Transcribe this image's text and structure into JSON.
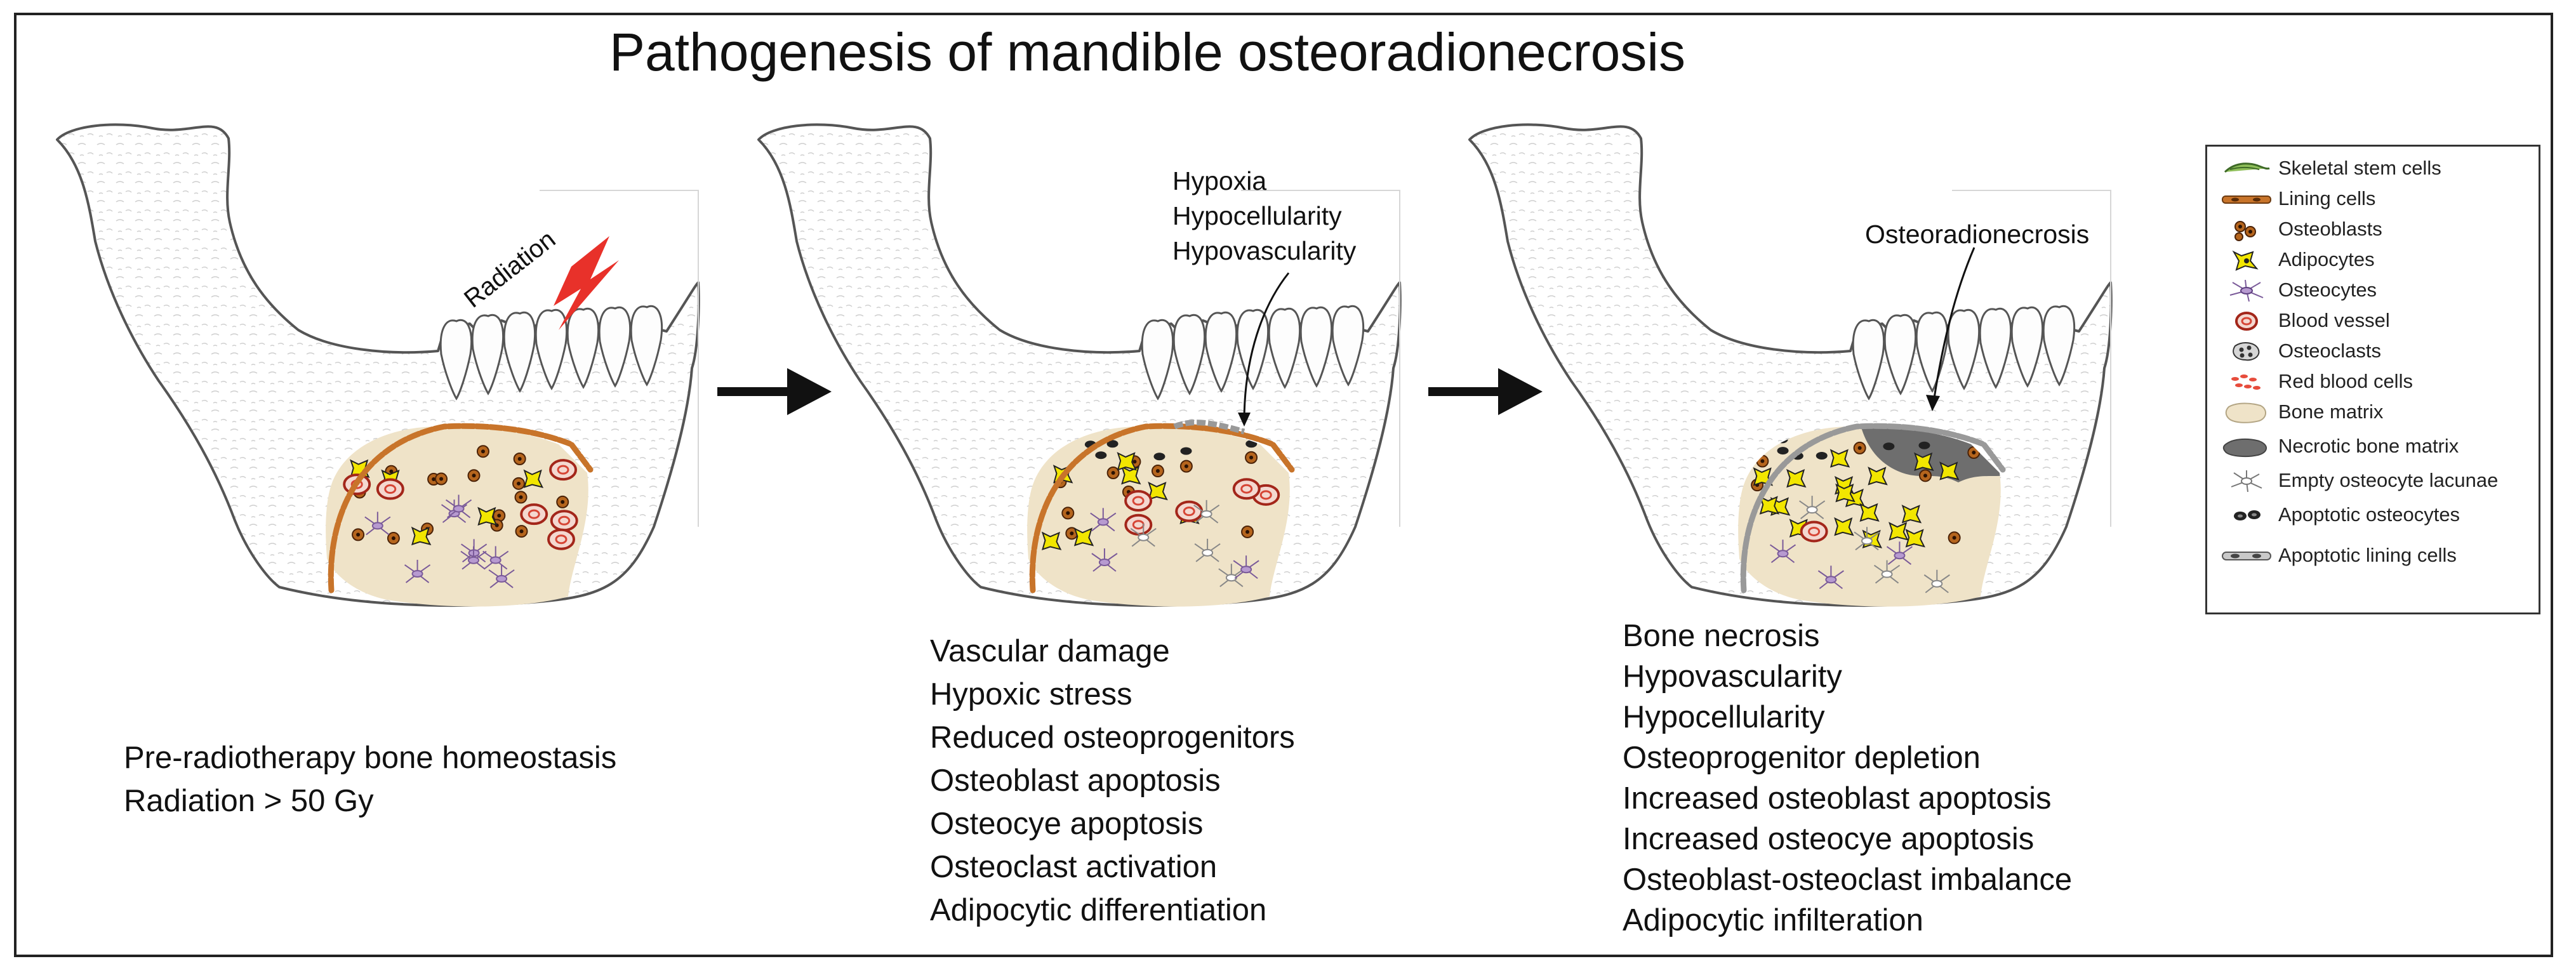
{
  "title": "Pathogenesis of mandible osteoradionecrosis",
  "panel1": {
    "label_radiation": "Radiation",
    "caption": [
      "Pre-radiotherapy bone homeostasis",
      "Radiation > 50 Gy"
    ]
  },
  "panel2": {
    "annotation": [
      "Hypoxia",
      "Hypocellularity",
      "Hypovascularity"
    ],
    "caption": [
      "Vascular damage",
      "Hypoxic stress",
      "Reduced osteoprogenitors",
      "Osteoblast apoptosis",
      "Osteocye apoptosis",
      "Osteoclast activation",
      "Adipocytic differentiation"
    ]
  },
  "panel3": {
    "annotation": "Osteoradionecrosis",
    "caption": [
      "Bone necrosis",
      "Hypovascularity",
      "Hypocellularity",
      "Osteoprogenitor depletion",
      "Increased osteoblast apoptosis",
      "Increased osteocye apoptosis",
      "Osteoblast-osteoclast imbalance",
      "Adipocytic infilteration"
    ]
  },
  "legend": [
    {
      "label": "Skeletal stem cells",
      "icon": "skeletal-stem-cell-icon",
      "color": "#5a8a3a"
    },
    {
      "label": "Lining cells",
      "icon": "lining-cell-icon",
      "color": "#c8742a"
    },
    {
      "label": "Osteoblasts",
      "icon": "osteoblast-icon",
      "color": "#a0521e"
    },
    {
      "label": "Adipocytes",
      "icon": "adipocyte-icon",
      "color": "#f2e600"
    },
    {
      "label": "Osteocytes",
      "icon": "osteocyte-icon",
      "color": "#9b7bb5"
    },
    {
      "label": "Blood vessel",
      "icon": "blood-vessel-icon",
      "color": "#c0392b"
    },
    {
      "label": "Osteoclasts",
      "icon": "osteoclast-icon",
      "color": "#666666"
    },
    {
      "label": "Red blood cells",
      "icon": "red-blood-cell-icon",
      "color": "#e74c3c"
    },
    {
      "label": "Bone matrix",
      "icon": "bone-matrix-icon",
      "color": "#efe3c8"
    },
    {
      "label": "Necrotic bone matrix",
      "icon": "necrotic-bone-matrix-icon",
      "color": "#6e6e6e"
    },
    {
      "label": "Empty osteocyte lacunae",
      "icon": "empty-lacunae-icon",
      "color": "#888888"
    },
    {
      "label": "Apoptotic osteocytes",
      "icon": "apoptotic-osteocyte-icon",
      "color": "#222222"
    },
    {
      "label": "Apoptotic lining cells",
      "icon": "apoptotic-lining-cell-icon",
      "color": "#9a9a9a"
    }
  ],
  "colors": {
    "bone_outline": "#555555",
    "bone_fill": "#fbfbfb",
    "matrix": "#efe3c8",
    "necrosis": "#6e6e6e",
    "radiation": "#e8312a",
    "arrow": "#111111"
  }
}
